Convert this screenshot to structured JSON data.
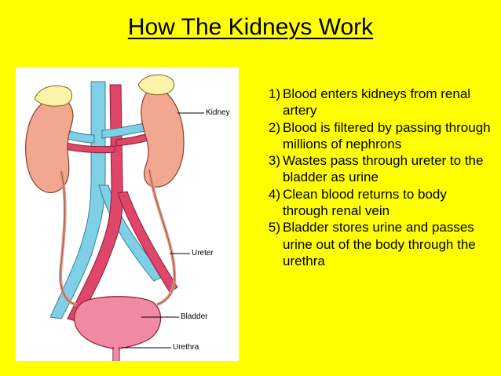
{
  "slide": {
    "title": "How The Kidneys Work",
    "background_color": "#ffff00"
  },
  "diagram": {
    "labels": {
      "kidney": "Kidney",
      "ureter": "Ureter",
      "bladder": "Bladder",
      "urethra": "Urethra"
    },
    "colors": {
      "kidney": "#f2a890",
      "adrenal": "#fbf3a8",
      "artery": "#e0456a",
      "vein": "#7fcfe6",
      "bladder": "#f08aa2"
    }
  },
  "steps": [
    {
      "number": "1)",
      "text": "Blood enters kidneys from renal artery"
    },
    {
      "number": "2)",
      "text": "Blood is filtered by passing through millions of nephrons"
    },
    {
      "number": "3)",
      "text": "Wastes pass through ureter to the bladder as urine"
    },
    {
      "number": "4)",
      "text": "Clean blood returns to body through renal vein"
    },
    {
      "number": "5)",
      "text": "Bladder stores urine and passes urine out of the body through the urethra"
    }
  ]
}
